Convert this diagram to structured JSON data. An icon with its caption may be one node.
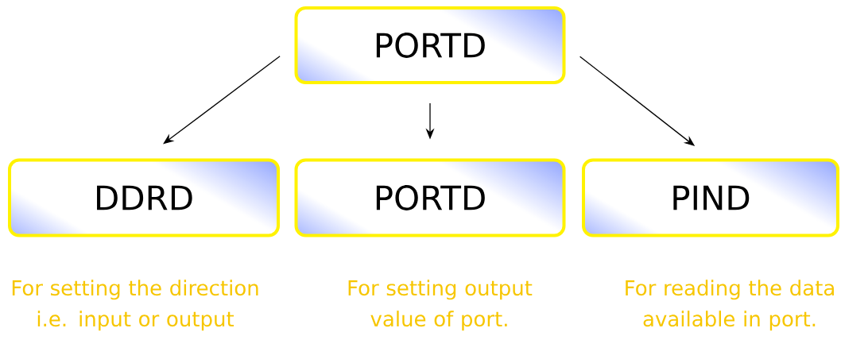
{
  "diagram": {
    "nodes": [
      {
        "text": [
          "PORTD"
        ]
      },
      {
        "text": [
          "DDRD"
        ],
        "beside": [
          "For setting the direction i.e. input or output"
        ]
      },
      {
        "text": [
          "PORTD"
        ],
        "beside": [
          "For setting output value of port."
        ]
      },
      {
        "text": [
          "PIND"
        ],
        "beside": [
          "For reading the data available in port."
        ]
      }
    ],
    "edges": [
      {
        "from": 0,
        "to": 1,
        "arrow": "to"
      },
      {
        "from": 0,
        "to": 2,
        "arrow": "to"
      },
      {
        "from": 0,
        "to": 3,
        "arrow": "to"
      }
    ]
  }
}
